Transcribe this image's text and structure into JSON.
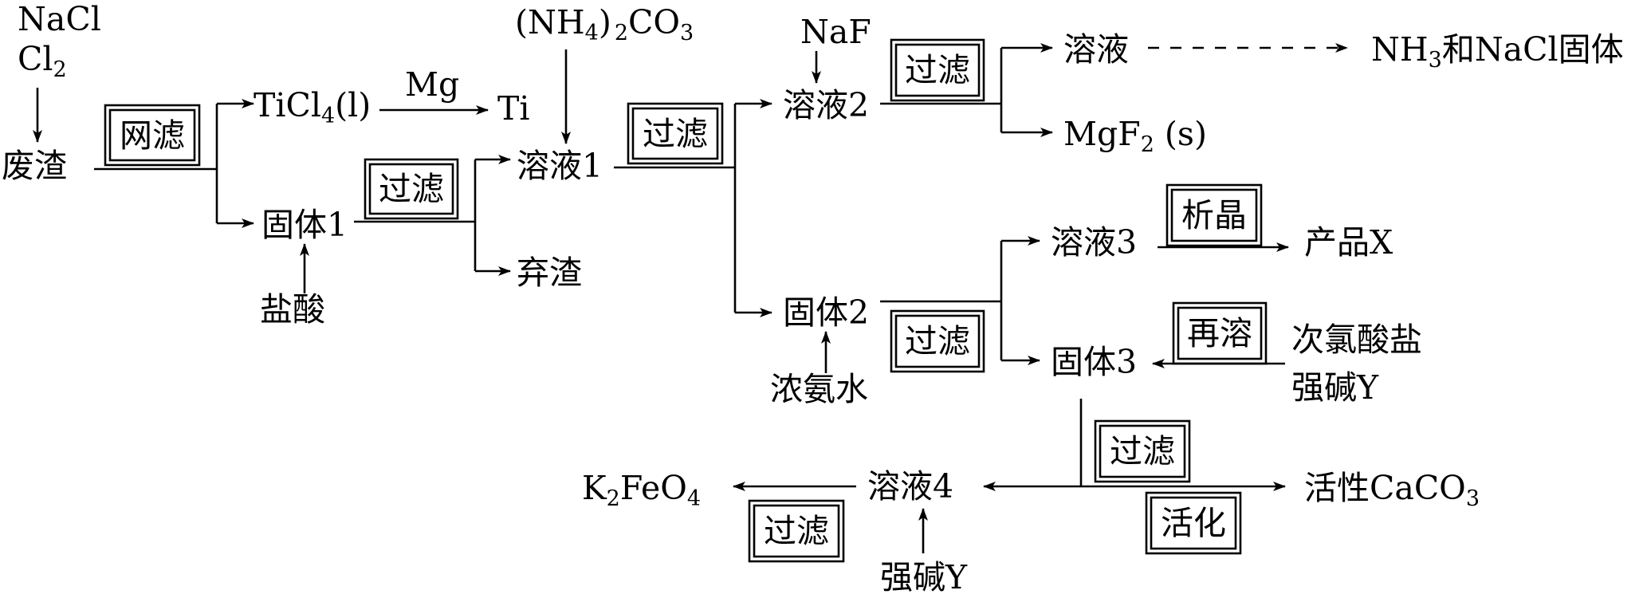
{
  "labels": {
    "nacl": "NaCl",
    "cl2": "Cl",
    "cl2_sub": "2",
    "waste_residue": "废渣",
    "step_net_filter": "网滤",
    "ticl4_a": "TiCl",
    "ticl4_sub": "4",
    "ticl4_b": "(l)",
    "mg": "Mg",
    "ti": "Ti",
    "solid1": "固体1",
    "hcl": "盐酸",
    "step_filter_1": "过滤",
    "nh4_a": "(NH",
    "nh4_sub": "4",
    "nh4_b": ")",
    "co3_sub2": "2",
    "co3_a": "CO",
    "co3_sub3": "3",
    "solution1": "溶液1",
    "discard_residue": "弃渣",
    "step_filter_2": "过滤",
    "naf": "NaF",
    "solution2": "溶液2",
    "step_filter_3": "过滤",
    "solution": "溶液",
    "nh3_a": "NH",
    "nh3_sub": "3",
    "nh3_b": "和NaCl固体",
    "mgf2_a": "MgF",
    "mgf2_sub": "2",
    "mgf2_b": " (s)",
    "solid2": "固体2",
    "conc_ammonia": "浓氨水",
    "step_filter_4": "过滤",
    "solution3": "溶液3",
    "step_crystallize": "析晶",
    "product_x": "产品X",
    "solid3": "固体3",
    "step_redissolve": "再溶",
    "hypochlorite": "次氯酸盐",
    "strong_base_y_1": "强碱Y",
    "step_filter_5": "过滤",
    "step_activate": "活化",
    "active_caco3_a": "活性CaCO",
    "active_caco3_sub": "3",
    "solution4": "溶液4",
    "k2feo4_a": "K",
    "k2feo4_sub1": "2",
    "k2feo4_b": "FeO",
    "k2feo4_sub2": "4",
    "step_filter_6": "过滤",
    "strong_base_y_2": "强碱Y"
  }
}
